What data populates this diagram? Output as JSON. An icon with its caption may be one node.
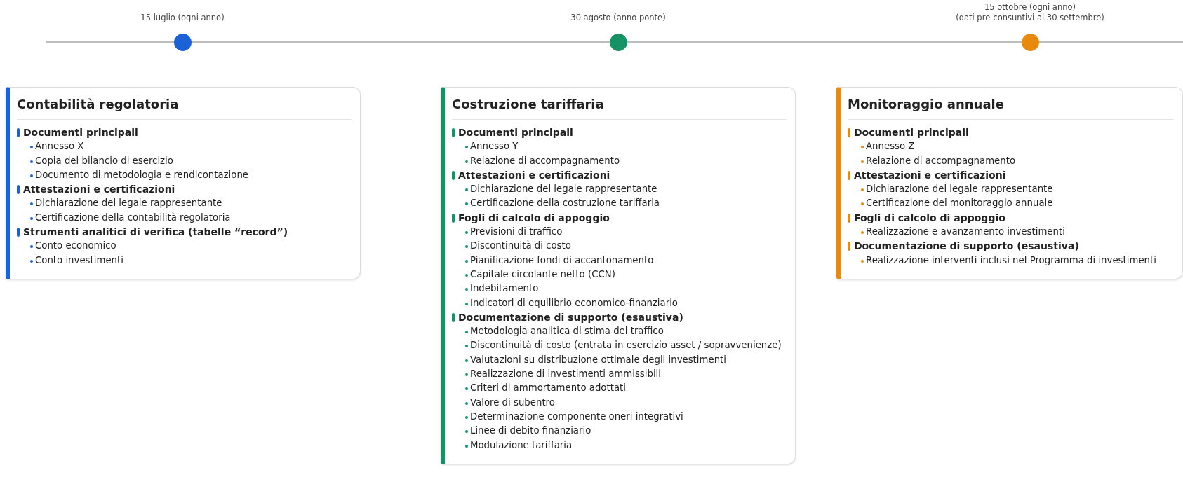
{
  "diagram": {
    "nodes": [
      {
        "text": [],
        "shape": "circle",
        "beside": [
          "15 luglio (ogni anno)"
        ]
      },
      {
        "text": [],
        "shape": "circle",
        "beside": [
          "30 agosto (anno ponte)"
        ]
      },
      {
        "text": [],
        "shape": "circle",
        "beside": [
          "15 ottobre (ogni anno)",
          "(dati pre-consuntivi al 30 settembre)"
        ]
      },
      {
        "text": [
          "Contabilità regolatoria",
          "Documenti principali",
          "Annesso X",
          "Copia del bilancio di esercizio",
          "Documento di metodologia e rendicontazione",
          "Attestazioni e certificazioni",
          "Dichiarazione del legale rappresentante",
          "Certificazione della contabilità regolatoria",
          "Strumenti analitici di verifica (tabelle “record”)",
          "Conto economico",
          "Conto investimenti"
        ]
      },
      {
        "text": [
          "Costruzione tariffaria",
          "Documenti principali",
          "Annesso Y",
          "Relazione di accompagnamento",
          "Attestazioni e certificazioni",
          "Dichiarazione del legale rappresentante",
          "Certificazione della costruzione tariffaria",
          "Fogli di calcolo di appoggio",
          "Previsioni di traffico",
          "Discontinuità di costo",
          "Pianificazione fondi di accantonamento",
          "Capitale circolante netto (CCN)",
          "Indebitamento",
          "Indicatori di equilibrio economico-finanziario",
          "Documentazione di supporto (esaustiva)",
          "Metodologia analitica di stima del traffico",
          "Discontinuità di costo (entrata in esercizio asset / sopravvenienze)",
          "Valutazioni su distribuzione ottimale degli investimenti",
          "Realizzazione di investimenti ammissibili",
          "Criteri di ammortamento adottati",
          "Valore di subentro",
          "Determinazione componente oneri integrativi",
          "Linee di debito finanziario",
          "Modulazione tariffaria"
        ]
      },
      {
        "text": [
          "Monitoraggio annuale",
          "Documenti principali",
          "Annesso Z",
          "Relazione di accompagnamento",
          "Attestazioni e certificazioni",
          "Dichiarazione del legale rappresentante",
          "Certificazione del monitoraggio annuale",
          "Fogli di calcolo di appoggio",
          "Realizzazione e avanzamento investimenti",
          "Documentazione di supporto (esaustiva)",
          "Realizzazione interventi inclusi nel Programma di investimenti"
        ]
      }
    ],
    "edges": []
  }
}
